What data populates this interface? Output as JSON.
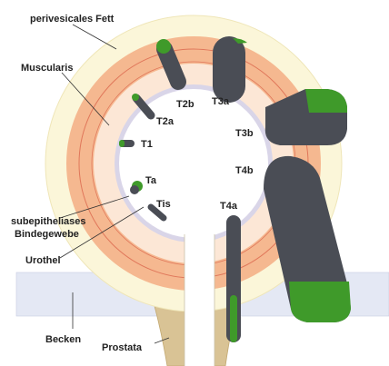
{
  "labels": {
    "perivesical_fat": "perivesicales Fett",
    "muscularis": "Muscularis",
    "subepithelial_line1": "subepitheliases",
    "subepithelial_line2": "Bindegewebe",
    "urothel": "Urothel",
    "pelvis": "Becken",
    "prostate": "Prostata"
  },
  "stages": {
    "tis": "Tis",
    "ta": "Ta",
    "t1": "T1",
    "t2a": "T2a",
    "t2b": "T2b",
    "t3a": "T3a",
    "t3b": "T3b",
    "t4a": "T4a",
    "t4b": "T4b"
  },
  "colors": {
    "perivesical_fat": "#fbf6d9",
    "muscularis": "#f5b890",
    "subepithelial": "#fce7d6",
    "urothel": "#d9d5e8",
    "pelvis": "#e4e8f4",
    "prostate": "#d9c395",
    "tumor": "#4a4d55",
    "tumor_tip": "#3f9a2a",
    "muscle_line": "#e0775a"
  }
}
